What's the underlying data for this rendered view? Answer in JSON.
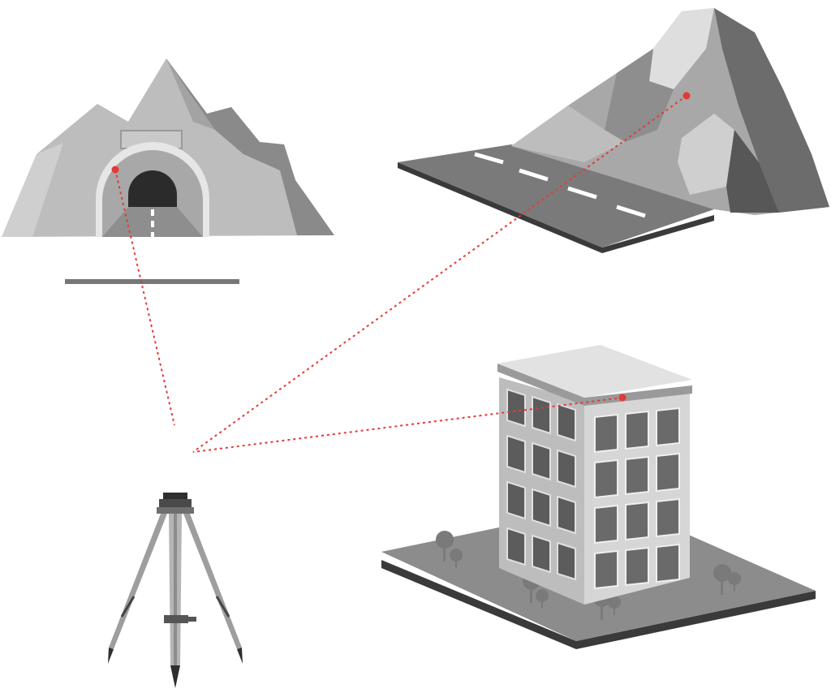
{
  "colors": {
    "background": "#ffffff",
    "laser": "#e53935",
    "light": "#c8c8c8",
    "mid": "#a9a9a9",
    "dark": "#6f6f6f",
    "darker": "#4a4a4a",
    "darkest": "#2f2f2f",
    "white_marking": "#ffffff"
  },
  "icons": {
    "tunnel": "tunnel-icon",
    "mountain_road": "mountain-road-icon",
    "building": "office-building-icon",
    "tripod": "surveying-tripod-icon"
  },
  "targets": [
    "tunnel",
    "mountain",
    "building"
  ]
}
